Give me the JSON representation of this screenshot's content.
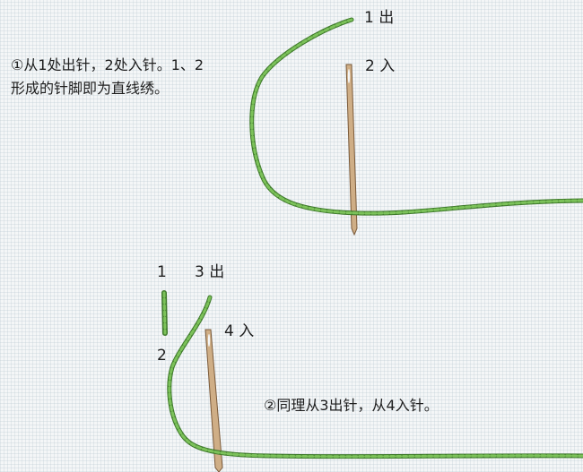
{
  "step1": {
    "caption_line1": "①从1处出针，2处入针。1、2",
    "caption_line2": "形成的针脚即为直线绣。",
    "label_out": "1 出",
    "label_in": "2 入"
  },
  "step2": {
    "caption": "②同理从3出针，从4入针。",
    "label_1": "1",
    "label_2": "2",
    "label_out": "3 出",
    "label_in": "4 入"
  },
  "colors": {
    "thread": "#6fb04e",
    "thread_shadow": "#3f7a2c",
    "needle": "#c4a27a",
    "needle_edge": "#7a5a3a"
  }
}
